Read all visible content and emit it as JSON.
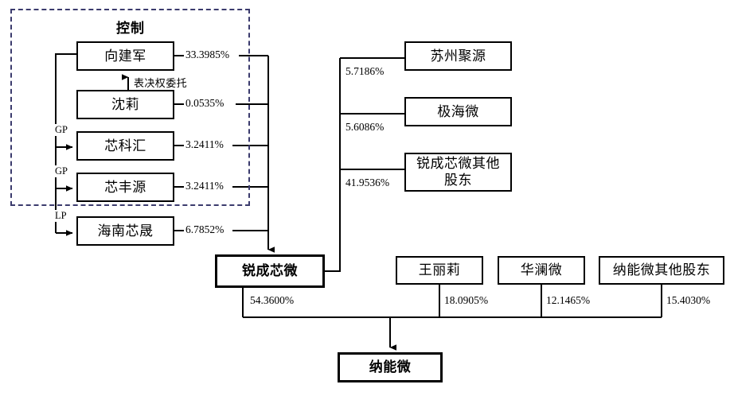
{
  "diagram": {
    "title_visible": "控制",
    "type": "ownership-structure",
    "background": "#ffffff",
    "line_color": "#000000",
    "dashed_color": "#3b3b6d"
  },
  "control_group": {
    "label": "控制",
    "members": [
      {
        "name": "向建军",
        "pct": "33.3985%"
      },
      {
        "name": "沈莉",
        "pct": "0.0535%"
      },
      {
        "name": "芯科汇",
        "pct": "3.2411%",
        "role": "GP"
      },
      {
        "name": "芯丰源",
        "pct": "3.2411%",
        "role": "GP"
      }
    ],
    "voting_delegation_label": "表决权委托"
  },
  "outside_control": [
    {
      "name": "海南芯晟",
      "pct": "6.7852%",
      "role": "LP"
    }
  ],
  "ruicheng_shareholders_right": [
    {
      "name": "苏州聚源",
      "pct": "5.7186%"
    },
    {
      "name": "极海微",
      "pct": "5.6086%"
    },
    {
      "name": "锐成芯微其他\n股东",
      "name_line1": "锐成芯微其他",
      "name_line2": "股东",
      "pct": "41.9536%"
    }
  ],
  "mid_company": {
    "name": "锐成芯微",
    "pct_to_target": "54.3600%"
  },
  "nanengwei_shareholders": [
    {
      "name": "王丽莉",
      "pct": "18.0905%"
    },
    {
      "name": "华澜微",
      "pct": "12.1465%"
    },
    {
      "name": "纳能微其他股东",
      "pct": "15.4030%"
    }
  ],
  "target_company": {
    "name": "纳能微"
  },
  "role_tags": {
    "gp": "GP",
    "lp": "LP"
  }
}
